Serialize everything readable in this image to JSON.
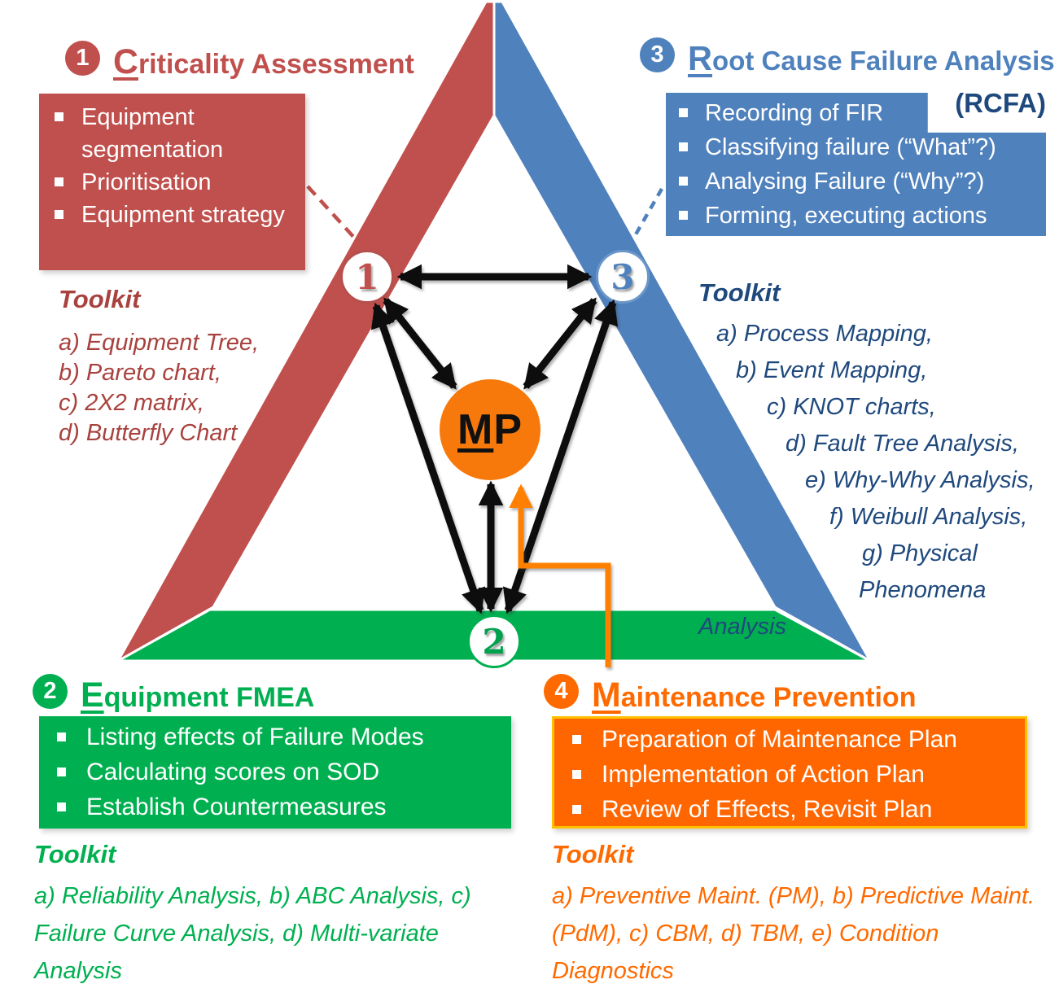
{
  "sections": {
    "criticality": {
      "number": "1",
      "title": "Criticality Assessment",
      "box_items": [
        "Equipment segmentation",
        "Prioritisation",
        "Equipment strategy"
      ],
      "toolkit_label": "Toolkit",
      "toolkit_items": [
        "a) Equipment Tree,",
        "b) Pareto chart,",
        "c) 2X2 matrix,",
        "d) Butterfly Chart"
      ]
    },
    "fmea": {
      "number": "2",
      "title": "Equipment FMEA",
      "box_items": [
        "Listing effects of Failure Modes",
        "Calculating scores on SOD",
        "Establish Countermeasures"
      ],
      "toolkit_label": "Toolkit",
      "toolkit_lines": [
        "a) Reliability Analysis, b) ABC Analysis, c)",
        "Failure Curve Analysis, d) Multi-variate",
        "Analysis"
      ]
    },
    "rcfa": {
      "number": "3",
      "title": "Root Cause Failure Analysis",
      "subtitle": "(RCFA)",
      "box_items": [
        "Recording of FIR",
        "Classifying failure (“What”?)",
        "Analysing Failure (“Why”?)",
        "Forming, executing actions"
      ],
      "toolkit_label": "Toolkit",
      "toolkit_items": [
        "a)  Process Mapping,",
        "b)  Event Mapping,",
        "c) KNOT charts,",
        "d) Fault Tree Analysis,",
        "e) Why-Why Analysis,",
        "f)  Weibull Analysis,",
        "g) Physical",
        "Phenomena",
        "Analysis"
      ]
    },
    "prevention": {
      "number": "4",
      "title": "Maintenance Prevention",
      "box_items": [
        "Preparation of Maintenance Plan",
        "Implementation of Action Plan",
        "Review of Effects, Revisit Plan"
      ],
      "toolkit_label": "Toolkit",
      "toolkit_lines": [
        "a) Preventive Maint. (PM), b) Predictive Maint.",
        "(PdM), c) CBM, d) TBM, e) Condition",
        "Diagnostics"
      ]
    }
  },
  "nodes": {
    "n1": "1",
    "n2": "2",
    "n3": "3",
    "mp": "MP"
  },
  "colors": {
    "red": "#c0504d",
    "blue": "#4f81bd",
    "navy": "#1f497d",
    "green": "#00b050",
    "orange": "#ff6a00",
    "orange_box": "#ff6600",
    "mp": "#f8790b",
    "yellow": "#ffc000",
    "arrow": "#0d0d0d"
  }
}
